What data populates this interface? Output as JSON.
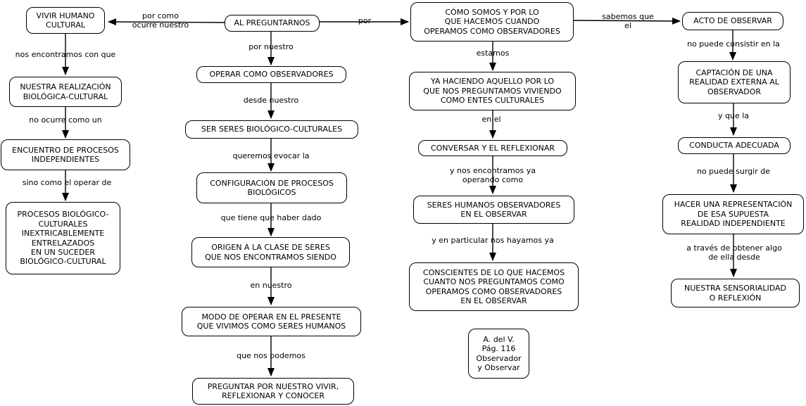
{
  "diagram": {
    "colors": {
      "background": "#ffffff",
      "box_border": "#000000",
      "text": "#000000",
      "line": "#000000"
    },
    "nodes": {
      "vivir": {
        "label": "VIVIR HUMANO\nCULTURAL"
      },
      "nuestra_realizacion": {
        "label": "NUESTRA REALIZACIÓN\nBIOLÓGICA-CULTURAL"
      },
      "encuentro": {
        "label": "ENCUENTRO DE PROCESOS\nINDEPENDIENTES"
      },
      "procesos": {
        "label": "PROCESOS BIOLÓGICO-\nCULTURALES\nINEXTRICABLEMENTE\nENTRELAZADOS\nEN UN SUCEDER\nBIOLÓGICO-CULTURAL"
      },
      "al_preguntarnos": {
        "label": "AL PREGUNTARNOS"
      },
      "operar": {
        "label": "OPERAR COMO OBSERVADORES"
      },
      "ser_seres": {
        "label": "SER SERES BIOLÓGICO-CULTURALES"
      },
      "configuracion": {
        "label": "CONFIGURACIÓN DE PROCESOS\nBIOLÓGICOS"
      },
      "origen": {
        "label": "ORIGEN A LA CLASE DE SERES\nQUE NOS ENCONTRAMOS SIENDO"
      },
      "modo": {
        "label": "MODO DE OPERAR EN EL PRESENTE\nQUE VIVIMOS COMO SERES HUMANOS"
      },
      "preguntar": {
        "label": "PREGUNTAR POR NUESTRO VIVIR,\nREFLEXIONAR Y CONOCER"
      },
      "como_somos": {
        "label": "CÓMO SOMOS Y POR LO\nQUE HACEMOS CUANDO\nOPERAMOS COMO OBSERVADORES"
      },
      "ya_haciendo": {
        "label": "YA HACIENDO AQUELLO POR LO\nQUE NOS PREGUNTAMOS VIVIENDO\nCOMO ENTES CULTURALES"
      },
      "conversar": {
        "label": "CONVERSAR Y EL REFLEXIONAR"
      },
      "seres_humanos": {
        "label": "SERES HUMANOS OBSERVADORES\nEN EL OBSERVAR"
      },
      "conscientes": {
        "label": "CONSCIENTES DE LO QUE HACEMOS\nCUANTO NOS PREGUNTAMOS COMO\nOPERAMOS COMO OBSERVADORES\nEN EL OBSERVAR"
      },
      "cita": {
        "label": "A. del V.\nPág. 116\nObservador\ny Observar"
      },
      "acto": {
        "label": "ACTO DE OBSERVAR"
      },
      "captacion": {
        "label": "CAPTACIÓN DE UNA\nREALIDAD EXTERNA AL\nOBSERVADOR"
      },
      "conducta": {
        "label": "CONDUCTA ADECUADA"
      },
      "hacer": {
        "label": "HACER UNA REPRESENTACIÓN\nDE ESA SUPUESTA\nREALIDAD INDEPENDIENTE"
      },
      "sensorialidad": {
        "label": "NUESTRA SENSORIALIDAD\nO REFLEXIÓN"
      }
    },
    "edge_labels": {
      "nos_encontramos": "nos encontramos con que",
      "no_ocurre": "no ocurre como un",
      "sino_como": "sino como el operar de",
      "por_como": "por como\nocurre nuestro",
      "por_nuestro": "por nuestro",
      "desde_nuestro": "desde nuestro",
      "queremos": "queremos evocar la",
      "que_tiene": "que tiene que haber dado",
      "en_nuestro": "en nuestro",
      "que_nos_podemos": "que nos podemos",
      "por": "por",
      "estamos": "estamos",
      "en_el": "en el",
      "y_nos": "y nos encontramos ya\noperando como",
      "y_en_particular": "y en particular nos hayamos ya",
      "sabemos": "sabemos que\nel",
      "no_puede_consistir": "no puede consistir en la",
      "y_que_la": "y que la",
      "no_puede_surgir": "no puede surgir de",
      "a_traves": "a través de obtener algo\nde ella desde"
    }
  }
}
